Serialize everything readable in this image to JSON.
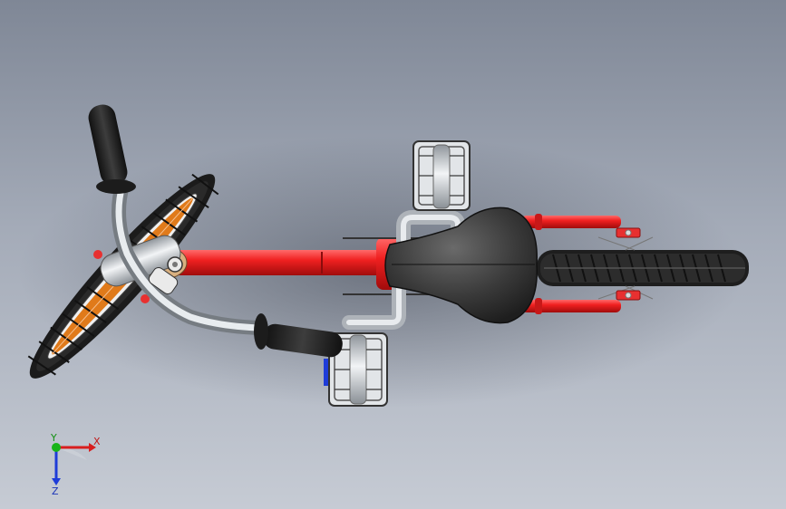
{
  "viewport": {
    "background_top": "#7f8796",
    "background_bottom": "#c6cbd4"
  },
  "model": {
    "frame_color": "#e81f1f",
    "tire_color": "#222222",
    "metal_color": "#c8cdd2",
    "rim_accent_color": "#e07a1a",
    "saddle_color": "#3c3c3c"
  },
  "triad": {
    "x_label": "X",
    "y_label": "Y",
    "z_label": "Z",
    "x_color": "#d81e1e",
    "y_color": "#18b418",
    "z_color": "#1e3cd8"
  }
}
